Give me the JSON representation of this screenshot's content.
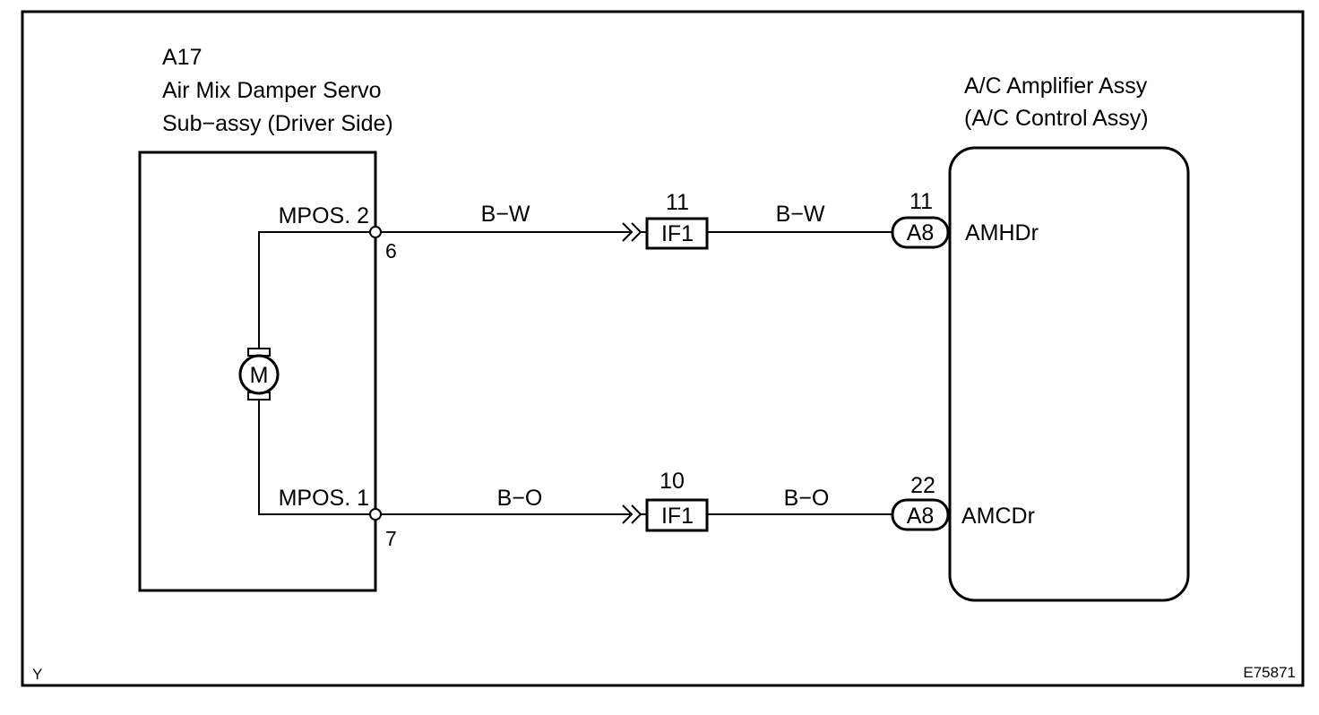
{
  "diagram": {
    "servo": {
      "id": "A17",
      "name_line1": "Air Mix Damper Servo",
      "name_line2": "Sub−assy (Driver Side)",
      "motor_symbol": "M",
      "terminals": [
        {
          "label": "MPOS. 2",
          "pin": "6"
        },
        {
          "label": "MPOS. 1",
          "pin": "7"
        }
      ]
    },
    "amplifier": {
      "name_line1": "A/C Amplifier Assy",
      "name_line2": "(A/C Control Assy)",
      "terminals": [
        {
          "label": "AMHDr",
          "connector": "A8",
          "pin": "11"
        },
        {
          "label": "AMCDr",
          "connector": "A8",
          "pin": "22"
        }
      ]
    },
    "wires": [
      {
        "color_left": "B−W",
        "color_right": "B−W",
        "junction": {
          "connector": "IF1",
          "pin": "11"
        }
      },
      {
        "color_left": "B−O",
        "color_right": "B−O",
        "junction": {
          "connector": "IF1",
          "pin": "10"
        }
      }
    ],
    "footer": {
      "left_code": "Y",
      "right_code": "E75871"
    }
  }
}
